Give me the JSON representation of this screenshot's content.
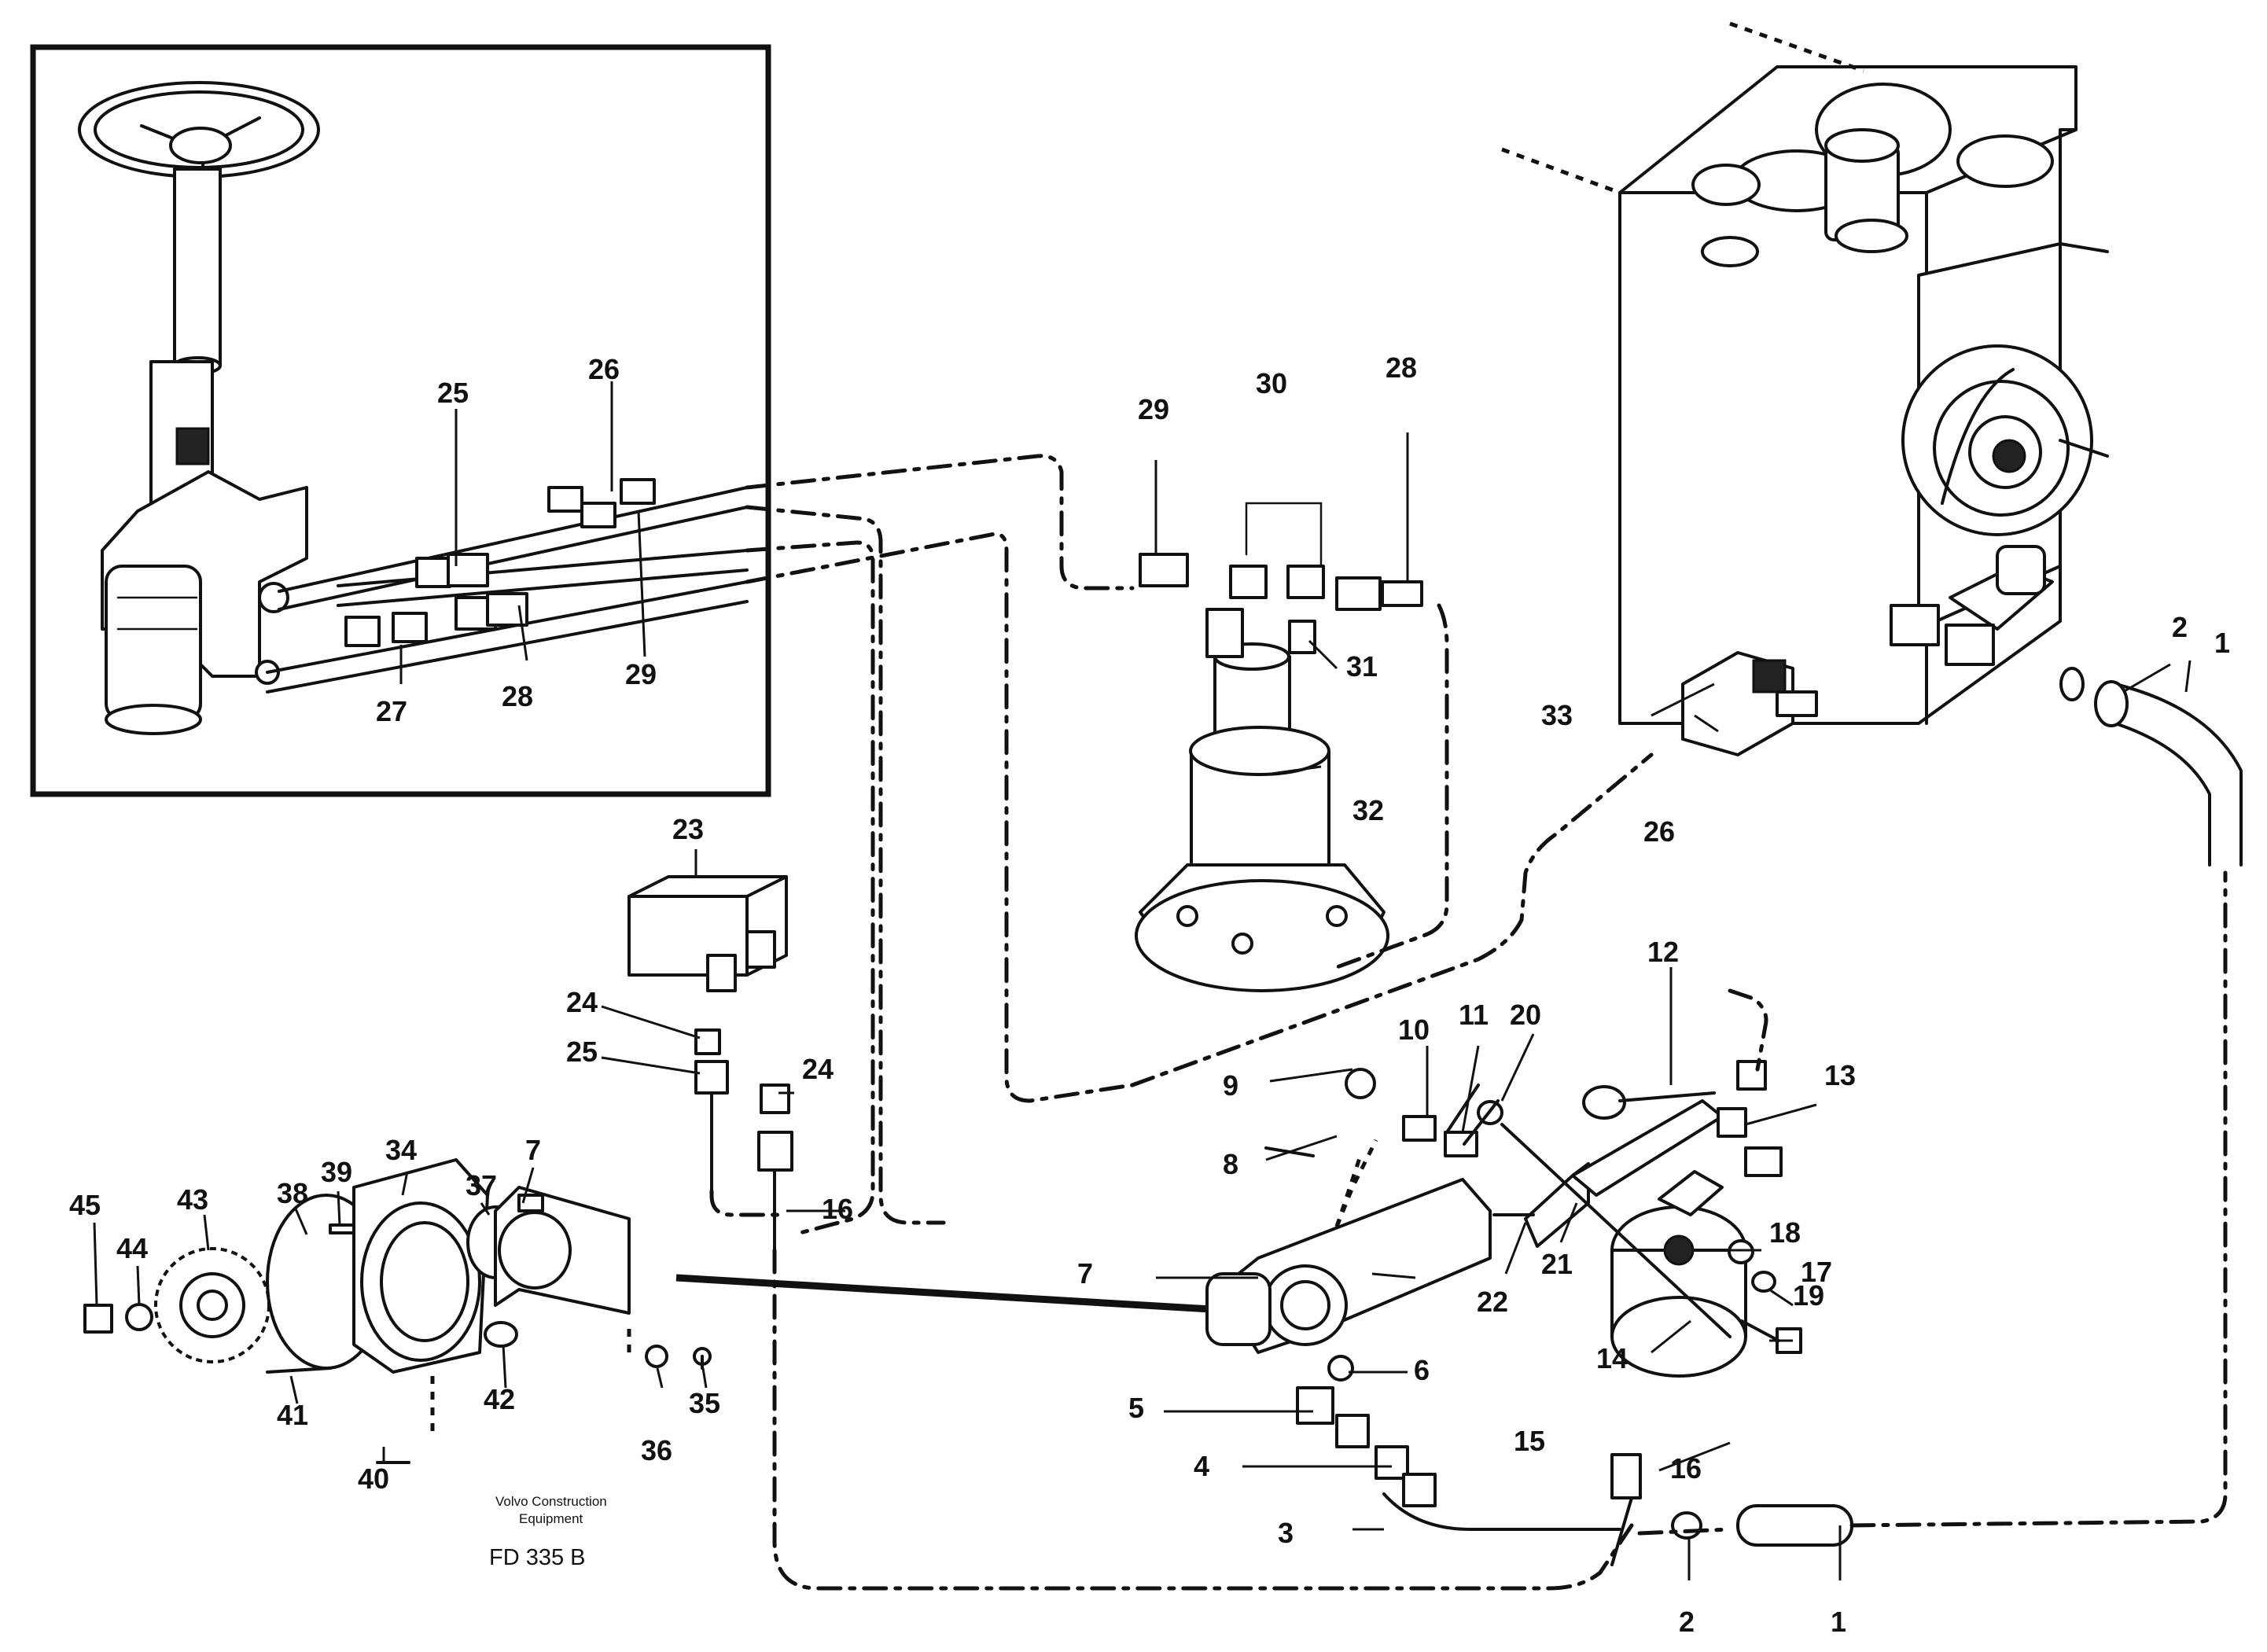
{
  "labels": {
    "l1a": "1",
    "l1b": "1",
    "l2a": "2",
    "l2b": "2",
    "l3": "3",
    "l4": "4",
    "l5": "5",
    "l6": "6",
    "l7a": "7",
    "l7b": "7",
    "l8": "8",
    "l9": "9",
    "l10": "10",
    "l11": "11",
    "l12": "12",
    "l13": "13",
    "l14": "14",
    "l15": "15",
    "l16a": "16",
    "l16b": "16",
    "l17": "17",
    "l18": "18",
    "l19": "19",
    "l20": "20",
    "l21": "21",
    "l22": "22",
    "l23": "23",
    "l24a": "24",
    "l24b": "24",
    "l25a": "25",
    "l25b": "25",
    "l26a": "26",
    "l26b": "26",
    "l27": "27",
    "l28a": "28",
    "l28b": "28",
    "l29a": "29",
    "l29b": "29",
    "l30": "30",
    "l31": "31",
    "l32": "32",
    "l33": "33",
    "l34": "34",
    "l35": "35",
    "l36": "36",
    "l37": "37",
    "l38": "38",
    "l39": "39",
    "l40": "40",
    "l41": "41",
    "l42": "42",
    "l43": "43",
    "l44": "44",
    "l45": "45"
  },
  "credit": {
    "line1": "Volvo Construction",
    "line2": "Equipment",
    "code": "FD 335 B"
  }
}
